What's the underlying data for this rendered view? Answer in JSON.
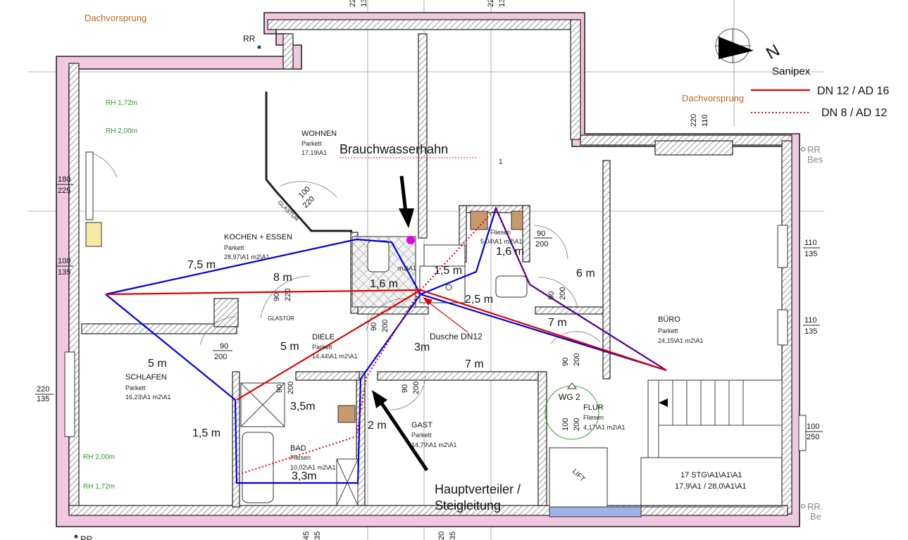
{
  "labels": {
    "dachvorsprung_left": "Dachvorsprung",
    "dachvorsprung_right": "Dachvorsprung",
    "rr_top": "RR",
    "rr_bottom": "RR",
    "rr_right_top": "RR",
    "rr_right_bottom": "RR",
    "bes_top": "Bes",
    "bes_bottom": "Be",
    "rh_172_top": "RH 1,72m",
    "rh_200_top": "RH 2,00m",
    "rh_200_bottom": "RH 2,00m",
    "rh_172_bottom": "RH 1,72m",
    "glastuer_1": "GLASTÜR",
    "glastuer_2": "GLASTÜR",
    "lift": "LIFT",
    "wg2": "WG 2",
    "floor_number": "1"
  },
  "rooms": {
    "wohnen": {
      "name": "WOHNEN",
      "floor": "Parkett",
      "area": "17,19\\A1"
    },
    "kochen": {
      "name": "KOCHEN + ESSEN",
      "floor": "Parkett",
      "area": "28,97\\A1 m2\\A1"
    },
    "diele": {
      "name": "DIELE",
      "floor": "Parkett",
      "area": "14,44\\A1 m2\\A1"
    },
    "schlafen": {
      "name": "SCHLAFEN",
      "floor": "Parkett",
      "area": "16,23\\A1 m2\\A1"
    },
    "bad": {
      "name": "BAD",
      "floor": "Fliesen",
      "area": "10,02\\A1 m2\\A1"
    },
    "gast": {
      "name": "GAST",
      "floor": "Parkett",
      "area": "14,79\\A1 m2\\A1"
    },
    "buero": {
      "name": "BÜRO",
      "floor": "Parkett",
      "area": "24,15\\A1 m2\\A1"
    },
    "flur": {
      "name": "FLUR",
      "floor": "Fliesen",
      "area": "4,17\\A1 m2\\A1"
    },
    "wc": {
      "floor": "Fliesen",
      "area": "5,04\\A1 m2\\A1"
    },
    "small_wc": {
      "area": "m2\\A1"
    },
    "stairs": {
      "line1": "17 STG\\A1\\A1\\A1",
      "line2": "17,9\\A1 / 28,0\\A1\\A1"
    }
  },
  "dimensions": {
    "d180": "180",
    "d225": "225",
    "d100a": "100",
    "d135a": "135",
    "d220a": "220",
    "d135b": "135",
    "d110a": "110",
    "d135c": "135",
    "d110b": "110",
    "d135d": "135",
    "d100b": "100",
    "d250": "250",
    "d90a": "90",
    "d200a": "200",
    "d90b": "90",
    "d200b": "200",
    "d90c": "90",
    "d200c": "200",
    "d90d": "90",
    "d200d": "200",
    "d90e": "90",
    "d200e": "200",
    "d90f": "90",
    "d200f": "200",
    "d90g": "90",
    "d200g": "200",
    "d90h": "90",
    "d220b": "220",
    "d100c": "100",
    "d220c": "220",
    "d220d": "220",
    "d110c": "110",
    "d100d": "100",
    "d200h": "200",
    "d22a": "22",
    "d13a": "13",
    "d22b": "22",
    "d13b": "13",
    "d45": "45",
    "d35a": "35",
    "d20": "20",
    "d35b": "35"
  },
  "measurements": {
    "m75": "7,5 m",
    "m8": "8 m",
    "m16a": "1,6 m",
    "m15a": "1,5 m",
    "m16b": "1,6 m",
    "m6": "6 m",
    "m25": "2,5 m",
    "m7a": "7 m",
    "m5a": "5 m",
    "m5b": "5 m",
    "m3": "3m",
    "m7b": "7 m",
    "m35": "3,5m",
    "m15b": "1,5 m",
    "m2": "2 m",
    "m33": "3,3m"
  },
  "annotations": {
    "brauchwasserhahn": "Brauchwasserhahn",
    "dusche": "Dusche DN12",
    "hauptverteiler_1": "Hauptverteiler /",
    "hauptverteiler_2": "Steigleitung"
  },
  "legend": {
    "brand": "Sanipex",
    "north": "N",
    "solid_label": "DN 12 / AD 16",
    "dotted_label": "DN 8 / AD 12",
    "solid_color": "#e00000",
    "dotted_color": "#e00000"
  },
  "colors": {
    "wall_fill": "#f0c8df",
    "pipe_blue": "#0000dd",
    "pipe_red": "#e00000",
    "point_magenta": "#e600e6",
    "green_text": "#2a9a2a",
    "orange_text": "#c7612a"
  }
}
